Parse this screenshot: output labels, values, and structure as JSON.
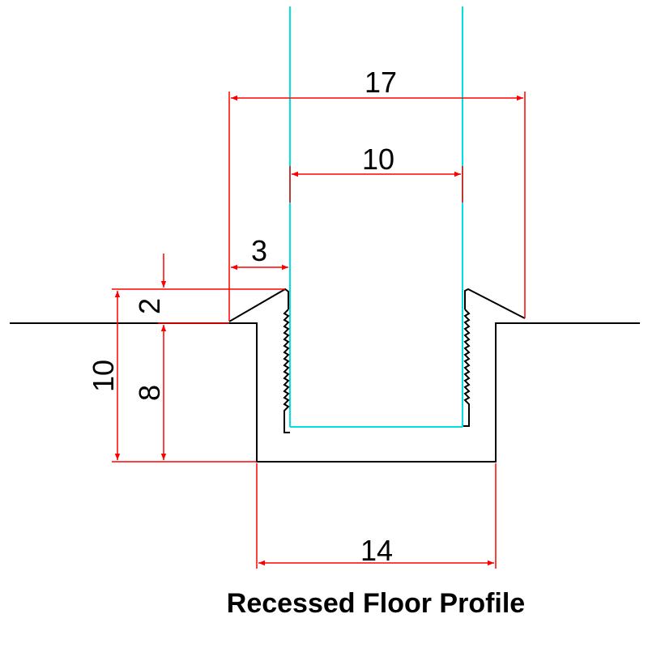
{
  "title": "Recessed Floor Profile",
  "dimensions": {
    "overall_width": "17",
    "inner_width": "10",
    "flange_width": "3",
    "flange_height": "2",
    "channel_depth": "8",
    "total_height": "10",
    "channel_width": "14"
  },
  "colors": {
    "dimension": "#ff0000",
    "profile": "#000000",
    "insert": "#00e0e0"
  }
}
